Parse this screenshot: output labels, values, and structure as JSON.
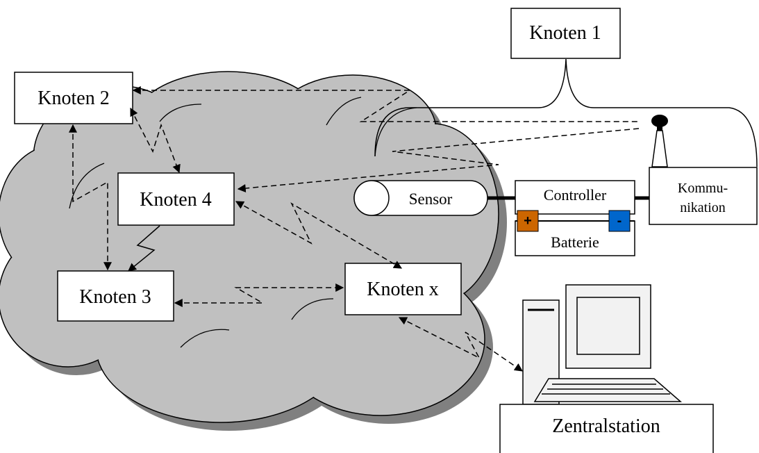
{
  "nodes": {
    "knoten1": "Knoten 1",
    "knoten2": "Knoten 2",
    "knoten3": "Knoten 3",
    "knoten4": "Knoten 4",
    "knotenx": "Knoten x"
  },
  "components": {
    "sensor": "Sensor",
    "controller": "Controller",
    "batterie": "Batterie",
    "kommunikation_line1": "Kommu-",
    "kommunikation_line2": "nikation",
    "battery_plus": "+",
    "battery_minus": "-"
  },
  "station": {
    "label": "Zentralstation"
  },
  "colors": {
    "cloud_fill": "#c0c0c0",
    "cloud_shadow": "#808080",
    "battery_plus": "#cc6600",
    "battery_minus": "#0066cc"
  }
}
